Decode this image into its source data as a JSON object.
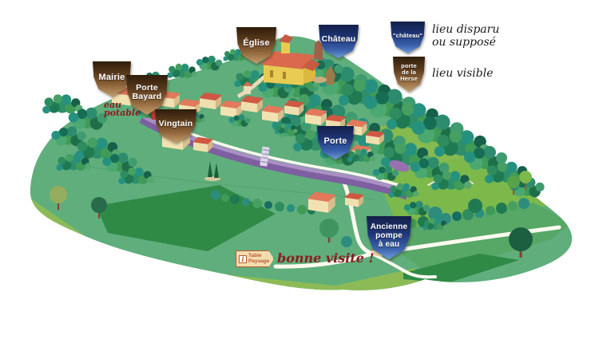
{
  "legend": {
    "disparu_shield": "\"château\"",
    "disparu_label": "lieu disparu\nou supposé",
    "visible_shield": "porte\nde la\nHerse",
    "visible_label": "lieu visible"
  },
  "locations": {
    "eglise": "Église",
    "chateau": "Château",
    "mairie": "Mairie",
    "porte_bayard": "Porte\nBayard",
    "vingtain": "Vingtain",
    "porte": "Porte",
    "pompe": "Ancienne\npompe\nà eau"
  },
  "annotations": {
    "eau_potable": "eau\npotable",
    "bonne_visite": "bonne visite !",
    "table_sign": {
      "icon": "i",
      "text": "Table\nPaysage"
    }
  },
  "colors": {
    "shield_brown_dark": "#2e1d0b",
    "shield_brown_light": "#c49c6a",
    "shield_blue_dark": "#131f49",
    "shield_blue_light": "#6f9cd8",
    "script_red": "#8c1d20",
    "hill_green": "#5fae7c",
    "rampart_purple": "#7e5fa0"
  }
}
